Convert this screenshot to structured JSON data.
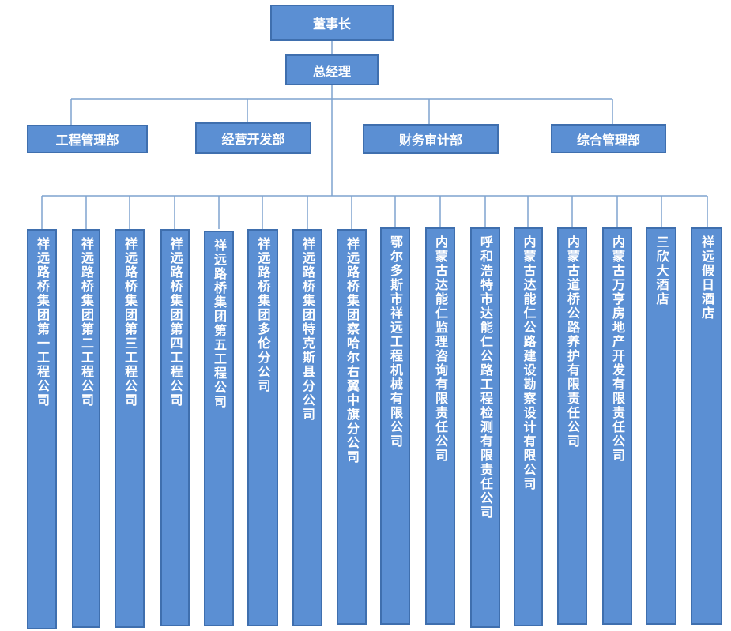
{
  "top": {
    "chairman": "董事长",
    "general_manager": "总经理"
  },
  "departments": [
    "工程管理部",
    "经营开发部",
    "财务审计部",
    "综合管理部"
  ],
  "subsidiaries": [
    "祥远路桥集团第一工程公司",
    "祥远路桥集团第二工程公司",
    "祥远路桥集团第三工程公司",
    "祥远路桥集团第四工程公司",
    "祥远路桥集团第五工程公司",
    "祥远路桥集团多伦分公司",
    "祥远路桥集团特克斯县分公司",
    "祥远路桥集团察哈尔右翼中旗分公司",
    "鄂尔多斯市祥远工程机械有限公司",
    "内蒙古达能仁监理咨询有限责任公司",
    "呼和浩特市达能仁公路工程检测有限责任公司",
    "内蒙古达能仁公路建设勘察设计有限公司",
    "内蒙古道桥公路养护有限责任公司",
    "内蒙古万亨房地产开发有限责任公司",
    "三欣大酒店",
    "祥远假日酒店"
  ],
  "colors": {
    "box_fill": "#5b8fd3",
    "box_border": "#3f6fae",
    "line": "#7fa3cf",
    "text": "#ffffff"
  }
}
